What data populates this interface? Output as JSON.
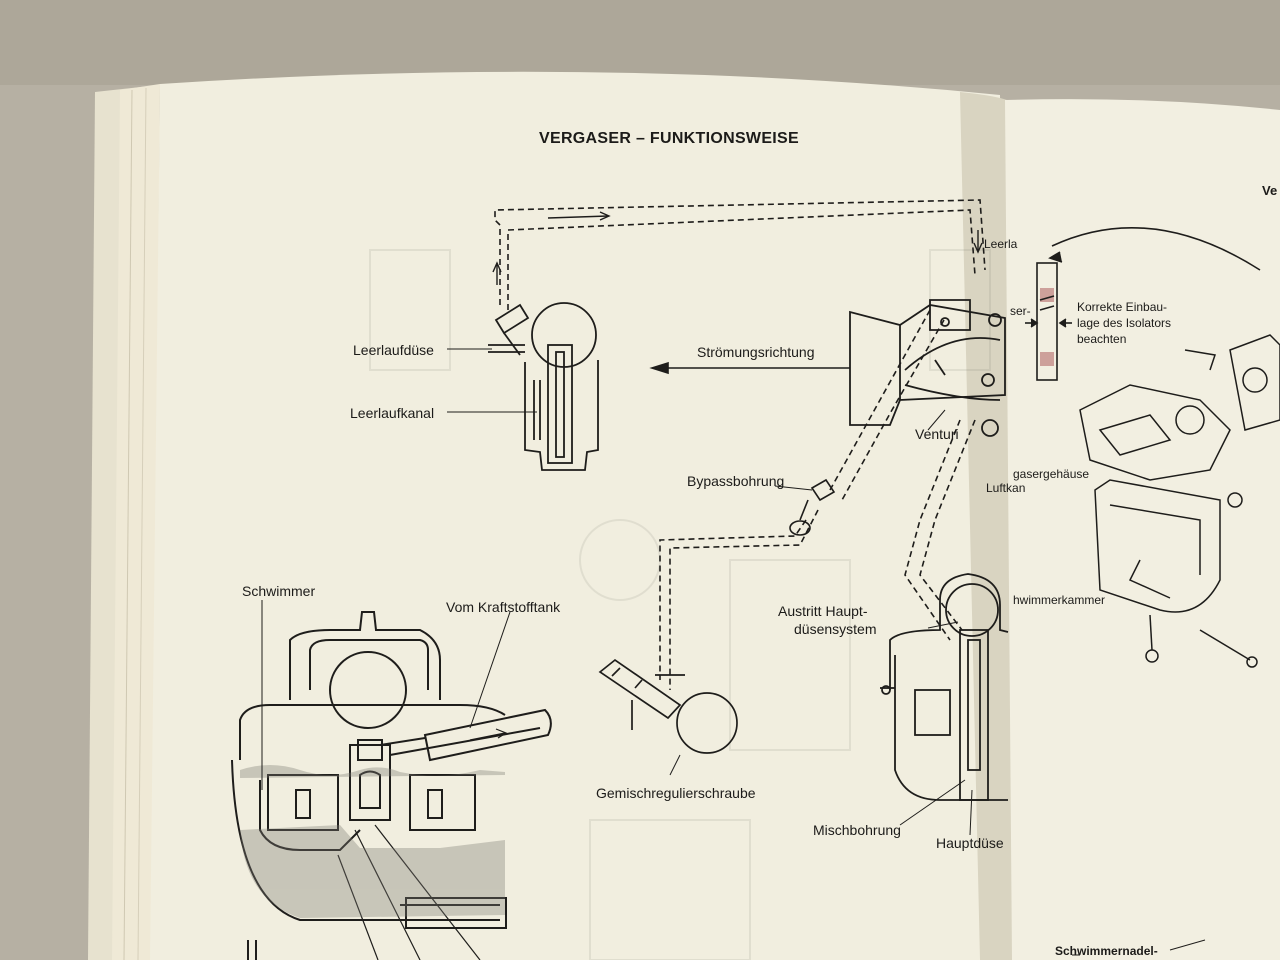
{
  "page": {
    "title": "VERGASER – FUNKTIONSWEISE",
    "labels": {
      "leerlaufduese": "Leerlaufdüse",
      "leerlaufkanal": "Leerlaufkanal",
      "stroemungsrichtung": "Strömungsrichtung",
      "venturi": "Venturi",
      "bypassbohrung": "Bypassbohrung",
      "schwimmer": "Schwimmer",
      "vom_kraftstofftank": "Vom Kraftstofftank",
      "austritt_line1": "Austritt Haupt-",
      "austritt_line2": "düsensystem",
      "gemischregulierschraube": "Gemischregulierschraube",
      "mischbohrung": "Mischbohrung",
      "hauptduese": "Hauptdüse"
    }
  },
  "right_page": {
    "heading_fragment": "Ve",
    "label_leerlauf_fragment": "Leerla",
    "label_vergaser_fragment": "ser-",
    "isolator_line1": "Korrekte Einbau-",
    "isolator_line2": "lage des Isolators",
    "isolator_line3": "beachten",
    "vergasergehaeuse_fragment": "gasergehäuse",
    "luftkanal_fragment": "Luftkan",
    "schwimmerkammer_fragment": "hwimmerkammer",
    "schwimmernadel_fragment": "Schwimmernadel-"
  }
}
